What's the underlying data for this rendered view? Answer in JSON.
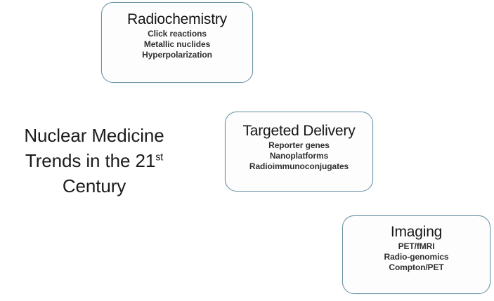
{
  "headline": {
    "line1": "Nuclear Medicine",
    "line2_pre": "Trends in the 21",
    "line2_sup": "st",
    "line3": "Century",
    "full_text": "Nuclear Medicine Trends in the 21st Century"
  },
  "colors": {
    "box_border": "#6b93a6",
    "box_fill": "#fdfdfd",
    "page_background": "#ffffff",
    "title_text": "#161616",
    "item_text": "#303030"
  },
  "boxes": [
    {
      "id": "radiochemistry",
      "title": "Radiochemistry",
      "items": [
        "Click reactions",
        "Metallic nuclides",
        "Hyperpolarization"
      ]
    },
    {
      "id": "targeted-delivery",
      "title": "Targeted Delivery",
      "items": [
        "Reporter genes",
        "Nanoplatforms",
        "Radioimmunoconjugates"
      ]
    },
    {
      "id": "imaging",
      "title": "Imaging",
      "items": [
        "PET/fMRI",
        "Radio-genomics",
        "Compton/PET"
      ]
    }
  ]
}
